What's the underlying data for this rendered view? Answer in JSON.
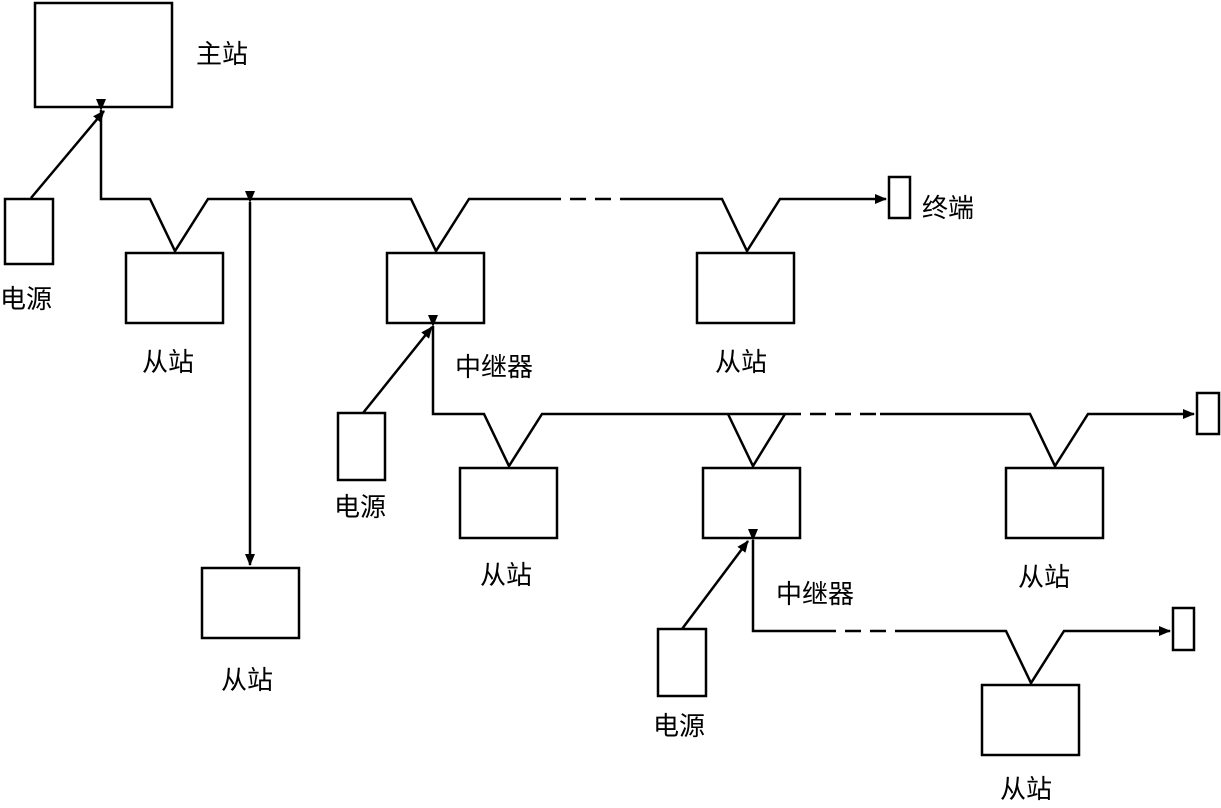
{
  "labels": {
    "master": "主站",
    "terminal": "终端",
    "power_1": "电源",
    "power_2": "电源",
    "power_3": "电源",
    "slave_1": "从站",
    "slave_2": "从站",
    "slave_3": "从站",
    "slave_4": "从站",
    "slave_5": "从站",
    "slave_6": "从站",
    "repeater_1": "中继器",
    "repeater_2": "中继器"
  }
}
